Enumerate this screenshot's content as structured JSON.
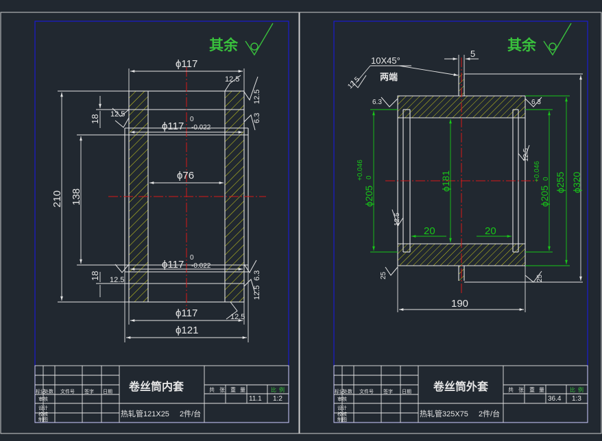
{
  "colors": {
    "background": "#212830",
    "frame": "#1a1ad0",
    "white": "#e6e6e6",
    "hatch": "#c8c81e",
    "center": "#d81818",
    "dimension_green": "#18c818",
    "roughness_green": "#39c13d"
  },
  "left_sheet": {
    "roughness_note": "其余",
    "dims": {
      "phi117_top": "ϕ117",
      "ra_top": "12.5",
      "ra_right_top_1": "12.5",
      "ra_right_top_2": "6.3",
      "ra_left_top": "12.5",
      "phi117_tol_top_main": "ϕ117",
      "phi117_tol_top_upper": "0",
      "phi117_tol_top_lower": "-0.022",
      "phi76": "ϕ76",
      "len210": "210",
      "len138": "138",
      "len18_top": "18",
      "len18_bottom": "18",
      "phi117_tol_bot_main": "ϕ117",
      "phi117_tol_bot_upper": "0",
      "phi117_tol_bot_lower": "-0.022",
      "ra_left_bottom": "12.5",
      "ra_right_bot_1": "12.5",
      "ra_right_bot_2": "6.3",
      "phi117_bottom": "ϕ117",
      "ra_bottom": "12.5",
      "phi121": "ϕ121"
    },
    "title_block": {
      "part_name": "卷丝筒内套",
      "material": "热轧管121X25",
      "quantity": "2件/台",
      "header_labels": [
        "共",
        "张",
        "重",
        "量",
        "比",
        "例"
      ],
      "weight": "11.1",
      "scale": "1:2",
      "left_cols": [
        "标记",
        "处数",
        "文件号",
        "签字",
        "日期"
      ],
      "left_rows": [
        "审核",
        "设计",
        "校核",
        "制图"
      ]
    }
  },
  "right_sheet": {
    "roughness_note": "其余",
    "dims": {
      "chamfer": "10X45°",
      "both_ends": "两端",
      "ra_chamfer": "12.5",
      "len5": "5",
      "ra_left_top": "6.3",
      "ra_right_top": "6.3",
      "phi205_tol_main": "ϕ205",
      "phi205_tol_upper": "+0.046",
      "phi205_tol_lower": "0",
      "phi181": "ϕ181",
      "phi205_r_main": "ϕ205",
      "phi205_r_upper": "+0.046",
      "phi205_r_lower": "0",
      "phi255": "ϕ255",
      "phi320": "ϕ320",
      "ra_inner_right": "12.5",
      "ra_inner_left": "12.5",
      "len20_left": "20",
      "len20_right": "20",
      "ra_left_bottom": "25",
      "ra_right_bottom": "25",
      "len190": "190"
    },
    "title_block": {
      "part_name": "卷丝筒外套",
      "material": "热轧管325X75",
      "quantity": "2件/台",
      "header_labels": [
        "共",
        "张",
        "重",
        "量",
        "比",
        "例"
      ],
      "weight": "36.4",
      "scale": "1:3",
      "left_cols": [
        "标记",
        "处数",
        "文件号",
        "签字",
        "日期"
      ],
      "left_rows": [
        "审核",
        "设计",
        "校核",
        "制图"
      ]
    }
  }
}
